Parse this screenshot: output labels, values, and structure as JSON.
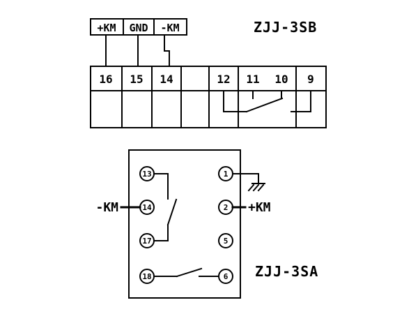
{
  "diagram": {
    "top_title": "ZJJ-3SB",
    "bottom_title": "ZJJ-3SA",
    "connector_labels": [
      "+KM",
      "GND",
      "-KM"
    ],
    "terminal_numbers": [
      "16",
      "15",
      "14",
      "12",
      "11",
      "10",
      "9"
    ],
    "relay_left_pins": [
      "13",
      "14",
      "17",
      "18"
    ],
    "relay_right_pins": [
      "1",
      "2",
      "5",
      "6"
    ],
    "relay_left_wire_label": "-KM",
    "relay_right_wire_label": "+KM",
    "colors": {
      "line": "#000000",
      "background": "#ffffff"
    }
  }
}
